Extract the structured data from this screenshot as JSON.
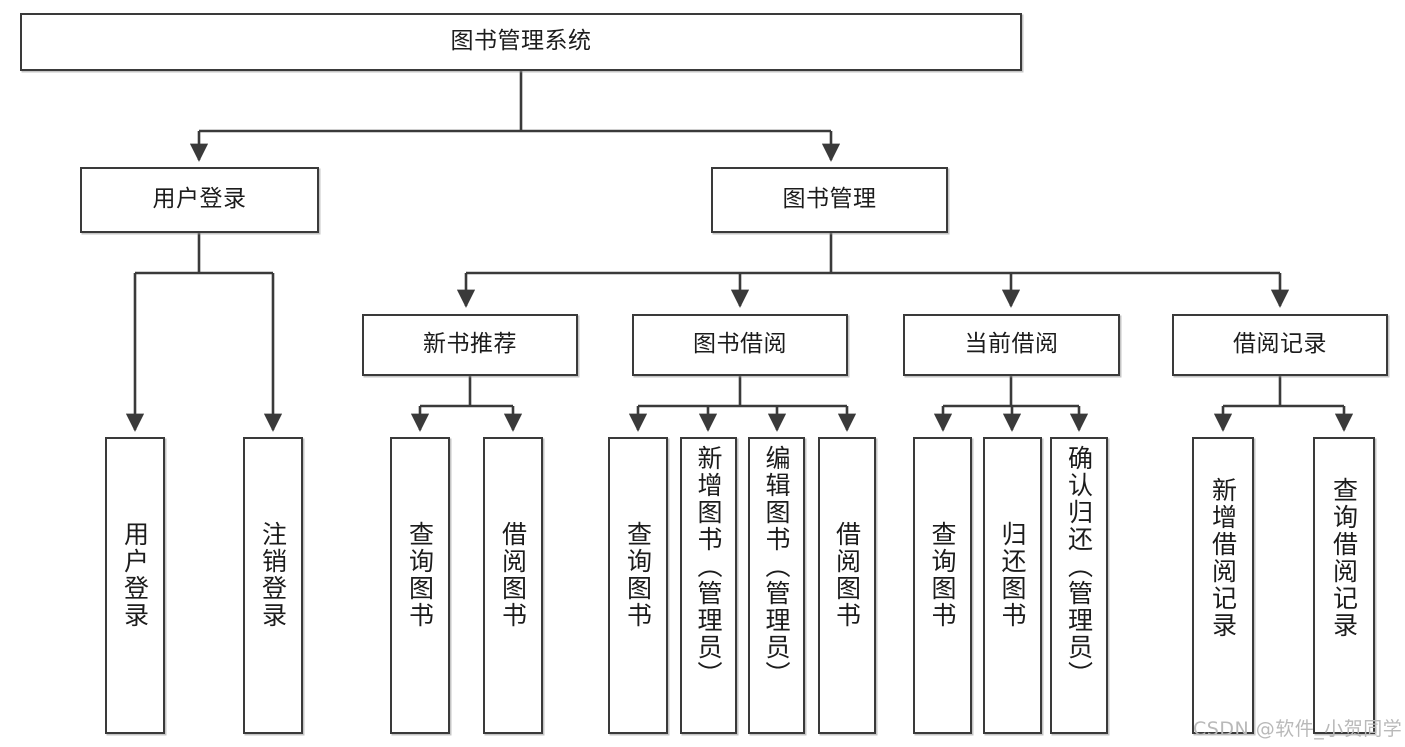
{
  "diagram": {
    "title_node": {
      "label": "图书管理系统"
    },
    "level2": [
      {
        "id": "user-login",
        "label": "用户登录"
      },
      {
        "id": "book-management",
        "label": "图书管理"
      }
    ],
    "level3": [
      {
        "id": "new-book-recommend",
        "label": "新书推荐"
      },
      {
        "id": "book-borrow",
        "label": "图书借阅"
      },
      {
        "id": "current-borrow",
        "label": "当前借阅"
      },
      {
        "id": "borrow-record",
        "label": "借阅记录"
      }
    ],
    "leaves": [
      {
        "id": "leaf-user-login",
        "label": "用户登录",
        "parent": "user-login"
      },
      {
        "id": "leaf-logout-login",
        "label": "注销登录",
        "parent": "user-login"
      },
      {
        "id": "leaf-query-book-1",
        "label": "查询图书",
        "parent": "new-book-recommend"
      },
      {
        "id": "leaf-borrow-book-1",
        "label": "借阅图书",
        "parent": "new-book-recommend"
      },
      {
        "id": "leaf-query-book-2",
        "label": "查询图书",
        "parent": "book-borrow"
      },
      {
        "id": "leaf-add-book",
        "label": "新增图书（管理员）",
        "parent": "book-borrow"
      },
      {
        "id": "leaf-edit-book",
        "label": "编辑图书（管理员）",
        "parent": "book-borrow"
      },
      {
        "id": "leaf-borrow-book-2",
        "label": "借阅图书",
        "parent": "book-borrow"
      },
      {
        "id": "leaf-query-book-3",
        "label": "查询图书",
        "parent": "current-borrow"
      },
      {
        "id": "leaf-return-book",
        "label": "归还图书",
        "parent": "current-borrow"
      },
      {
        "id": "leaf-confirm-return",
        "label": "确认归还（管理员）",
        "parent": "current-borrow"
      },
      {
        "id": "leaf-add-record",
        "label": "新增借阅记录",
        "parent": "borrow-record"
      },
      {
        "id": "leaf-query-record",
        "label": "查询借阅记录",
        "parent": "borrow-record"
      }
    ],
    "watermark": "CSDN @软件_小贺同学",
    "colors": {
      "stroke": "#3a3a3a",
      "text": "#1c1c1c",
      "background": "#ffffff",
      "watermark": "#b9b9b9"
    }
  }
}
